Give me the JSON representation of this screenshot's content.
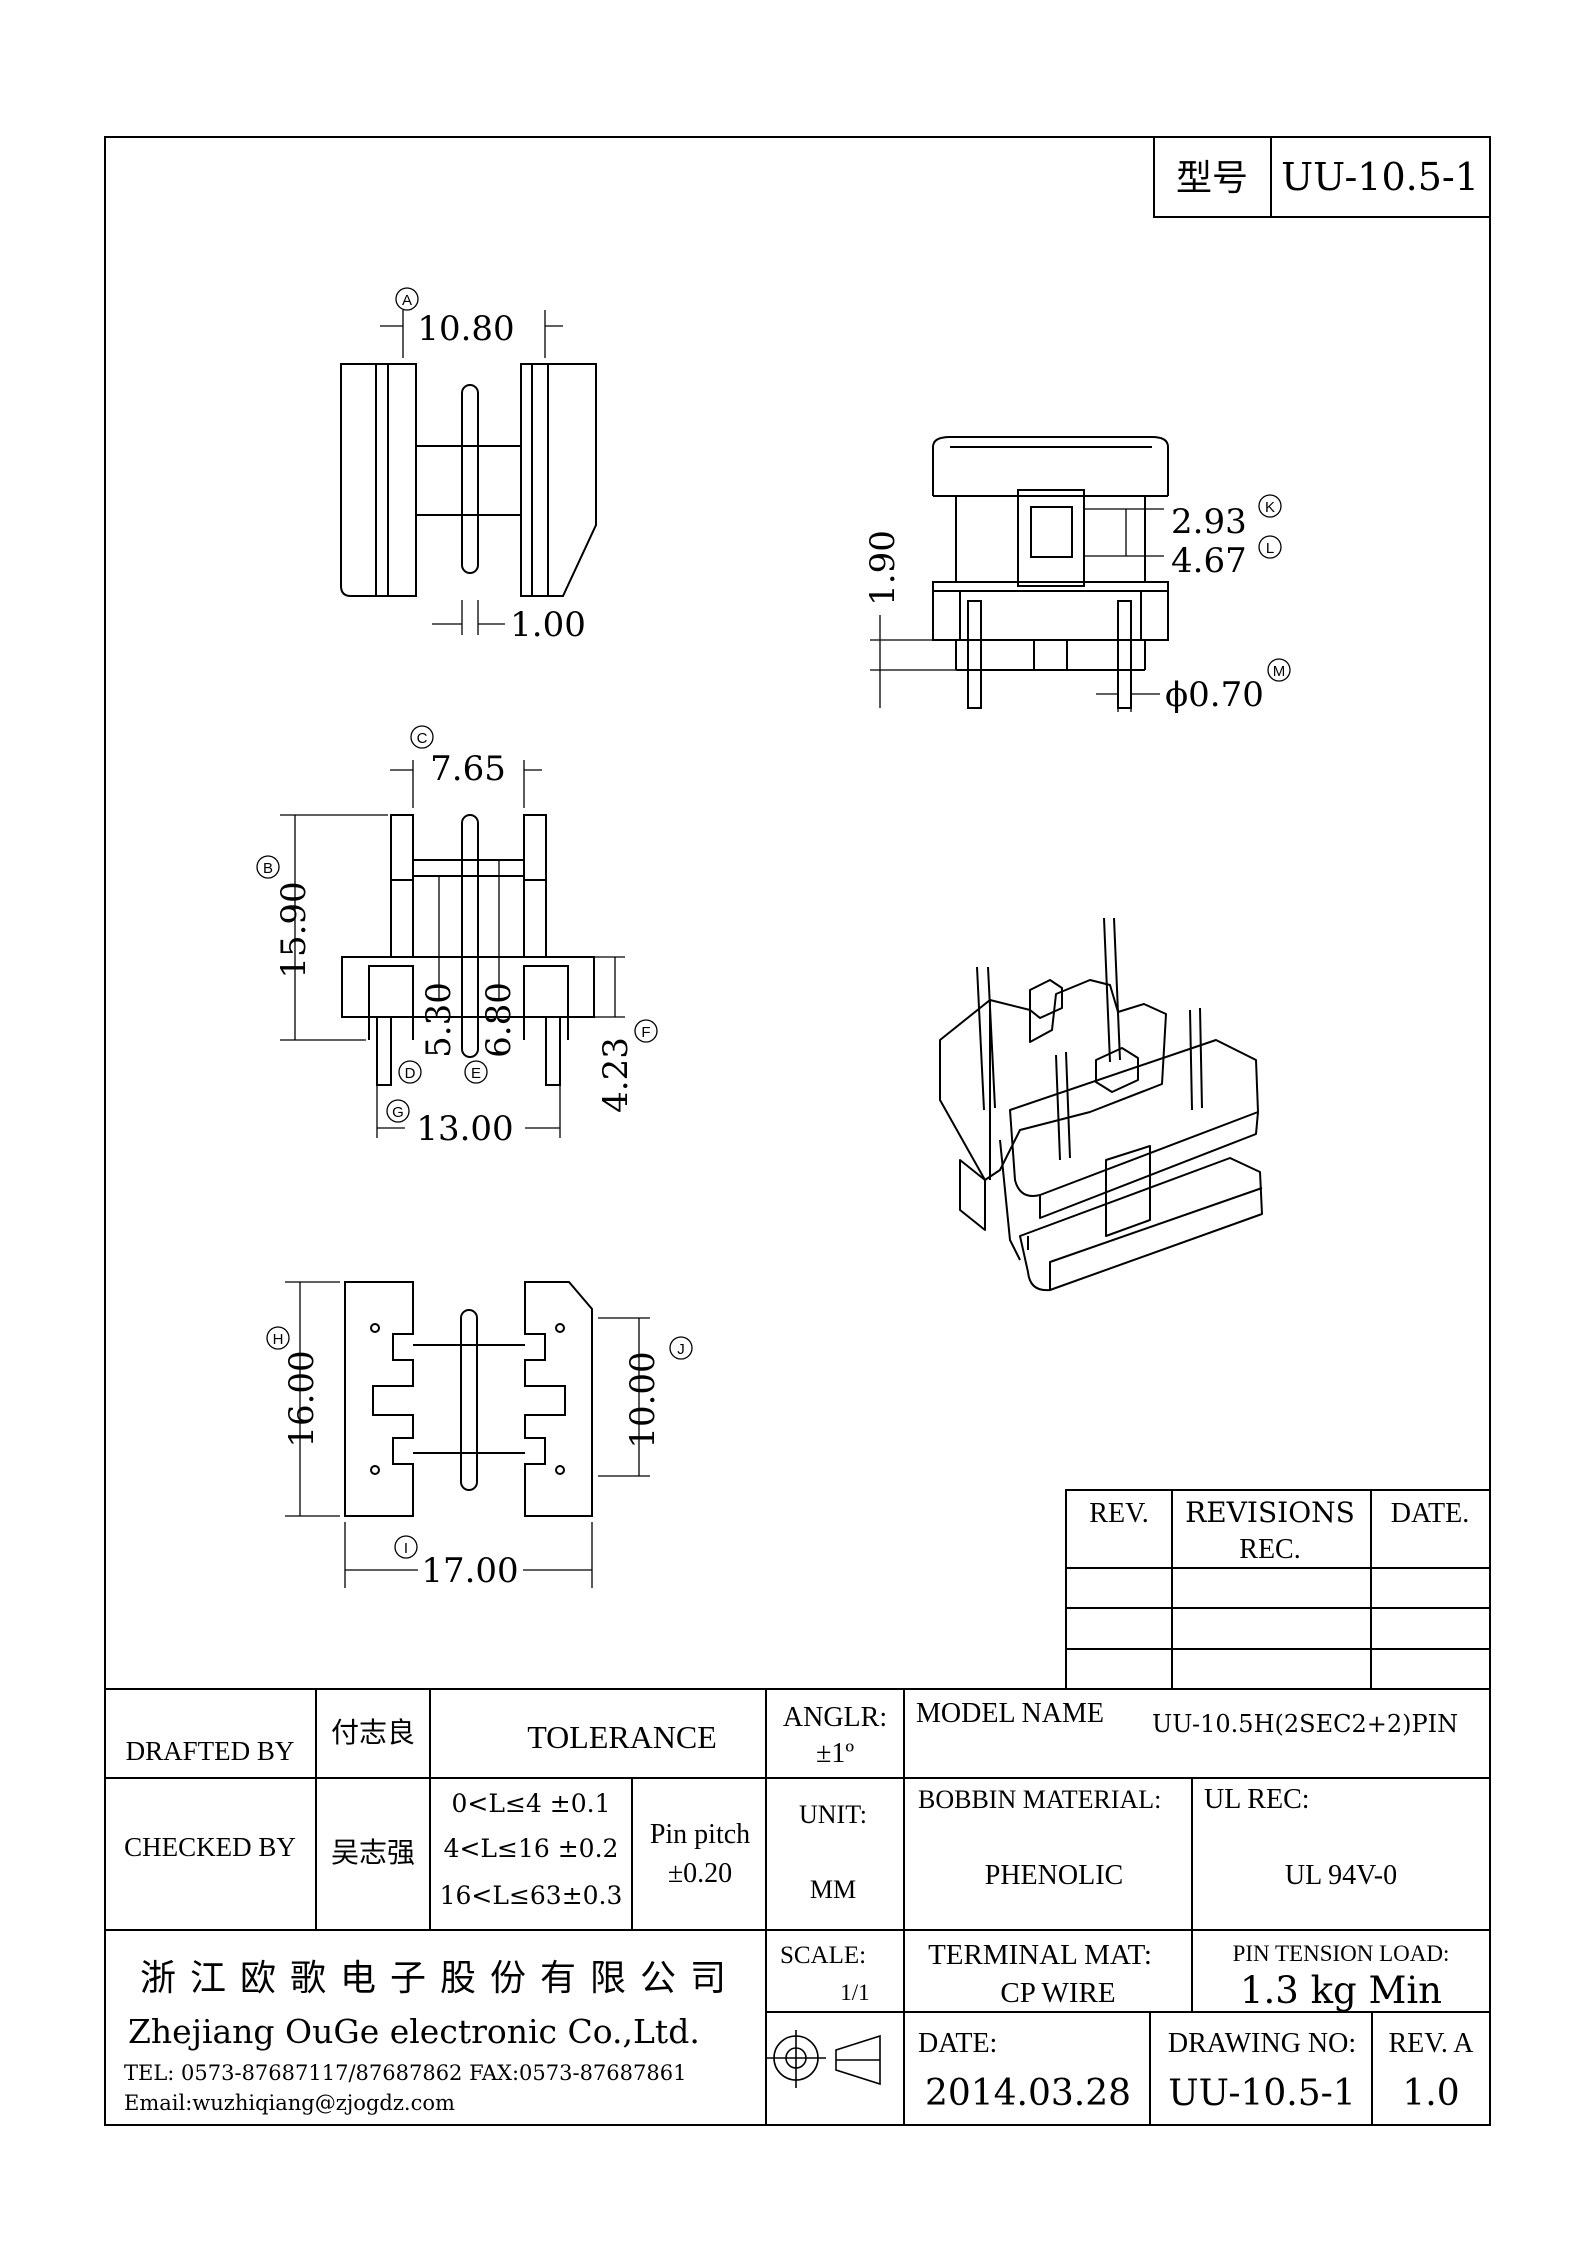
{
  "header": {
    "model_label": "型号",
    "model_value": "UU-10.5-1"
  },
  "dimensions": {
    "A": {
      "callout": "A",
      "value": "10.80"
    },
    "B": {
      "callout": "B",
      "value": "15.90"
    },
    "C": {
      "callout": "C",
      "value": "7.65"
    },
    "D": {
      "callout": "D",
      "value": "5.30"
    },
    "E": {
      "callout": "E",
      "value": "6.80"
    },
    "F": {
      "callout": "F",
      "value": "4.23"
    },
    "G": {
      "callout": "G",
      "value": "13.00"
    },
    "H": {
      "callout": "H",
      "value": "16.00"
    },
    "I": {
      "callout": "I",
      "value": "17.00"
    },
    "J": {
      "callout": "J",
      "value": "10.00"
    },
    "K": {
      "callout": "K",
      "value": "2.93"
    },
    "L": {
      "callout": "L",
      "value": "4.67"
    },
    "M": {
      "callout": "M",
      "value": "ϕ0.70"
    },
    "flange_gap": "1.00",
    "pin_stand": "1.90"
  },
  "revisions": {
    "headers": [
      "REV.",
      "REVISIONS",
      "REC.",
      "DATE."
    ]
  },
  "title_block": {
    "drafted_by_label": "DRAFTED BY",
    "drafted_by": "付志良",
    "checked_by_label": "CHECKED BY",
    "checked_by": "吴志强",
    "tolerance_label": "TOLERANCE",
    "tolerance_rows": [
      "0<L≤4  ±0.1",
      "4<L≤16  ±0.2",
      "16<L≤63±0.3"
    ],
    "pin_pitch_label": "Pin pitch",
    "pin_pitch_value": "±0.20",
    "angle_label": "ANGLR:",
    "angle_value": "±1º",
    "unit_label": "UNIT:",
    "unit_value": "MM",
    "scale_label": "SCALE:",
    "scale_value": "1/1",
    "model_name_label": "MODEL NAME",
    "model_name_value": "UU-10.5H(2SEC2+2)PIN",
    "bobbin_material_label": "BOBBIN MATERIAL:",
    "bobbin_material_value": "PHENOLIC",
    "ul_rec_label": "UL REC:",
    "ul_rec_value": "UL 94V-0",
    "terminal_mat_label": "TERMINAL MAT:",
    "terminal_mat_value": "CP  WIRE",
    "pin_tension_label": "PIN  TENSION  LOAD:",
    "pin_tension_value": "1.3 kg Min",
    "date_label": "DATE:",
    "date_value": "2014.03.28",
    "drawing_no_label": "DRAWING NO:",
    "drawing_no_value": "UU-10.5-1",
    "rev_label": "REV. A",
    "rev_value": "1.0"
  },
  "company": {
    "name_cn": "浙江欧歌电子股份有限公司",
    "name_en": "Zhejiang OuGe electronic Co.,Ltd.",
    "tel_fax": "TEL: 0573-87687117/87687862   FAX:0573-87687861",
    "email": "Email:wuzhiqiang@zjogdz.com"
  }
}
